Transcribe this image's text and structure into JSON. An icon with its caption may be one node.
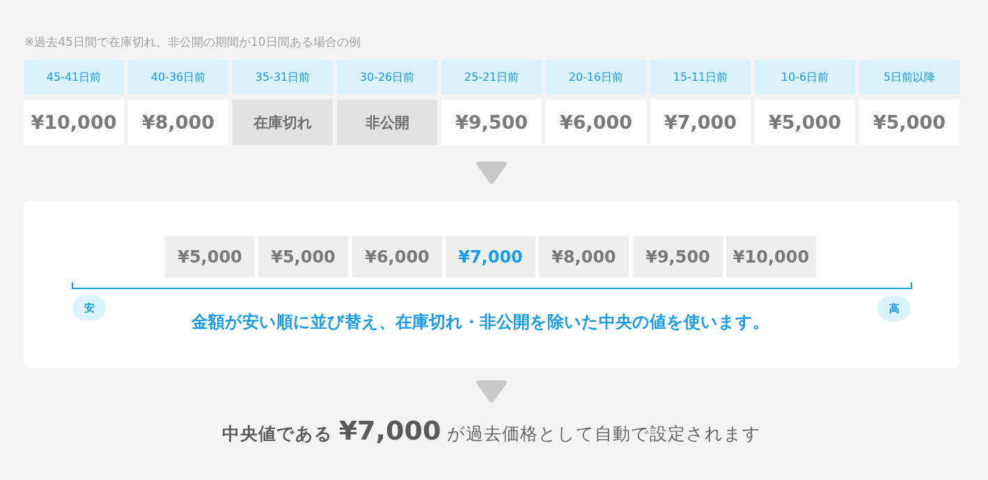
{
  "diagram": {
    "nodes": [
      {
        "text": [
          "45-41日前"
        ]
      },
      {
        "text": [
          "40-36日前"
        ]
      },
      {
        "text": [
          "35-31日前"
        ]
      },
      {
        "text": [
          "30-26日前"
        ]
      },
      {
        "text": [
          "25-21日前"
        ]
      },
      {
        "text": [
          "20-16日前"
        ]
      },
      {
        "text": [
          "15-11日前"
        ]
      },
      {
        "text": [
          "10-6日前"
        ]
      },
      {
        "text": [
          "5日前以降"
        ]
      },
      {
        "text": [
          "¥10,000"
        ]
      },
      {
        "text": [
          "¥8,000"
        ]
      },
      {
        "text": [
          "在庫切れ"
        ]
      },
      {
        "text": [
          "非公開"
        ]
      },
      {
        "text": [
          "¥9,500"
        ]
      },
      {
        "text": [
          "¥6,000"
        ]
      },
      {
        "text": [
          "¥7,000"
        ]
      },
      {
        "text": [
          "¥5,000"
        ]
      },
      {
        "text": [
          "¥5,000"
        ]
      },
      {
        "text": [
          "金額が安い順に並び替え、在庫切れ・非公開を除いた中央の値を使います。"
        ]
      },
      {
        "text": [
          "¥5,000"
        ],
        "in": 18
      },
      {
        "text": [
          "¥5,000"
        ],
        "in": 18
      },
      {
        "text": [
          "¥6,000"
        ],
        "in": 18
      },
      {
        "text": [
          "¥7,000"
        ],
        "in": 18
      },
      {
        "text": [
          "¥8,000"
        ],
        "in": 18
      },
      {
        "text": [
          "¥9,500"
        ],
        "in": 18
      },
      {
        "text": [
          "¥10,000"
        ],
        "in": 18
      },
      {
        "text": [
          "安"
        ],
        "in": 18
      },
      {
        "text": [
          "高"
        ],
        "in": 18
      },
      {
        "text": [
          "**中央値である** **¥7,000** が過去価格として自動で設定されます"
        ]
      }
    ],
    "edges": [
      {
        "from": null,
        "to": 18,
        "arrow": "to"
      },
      {
        "from": 18,
        "to": 28,
        "arrow": "to"
      }
    ],
    "labels": [
      "※過去45日間で在庫切れ、非公開の期間が10日間ある場合の例"
    ]
  }
}
